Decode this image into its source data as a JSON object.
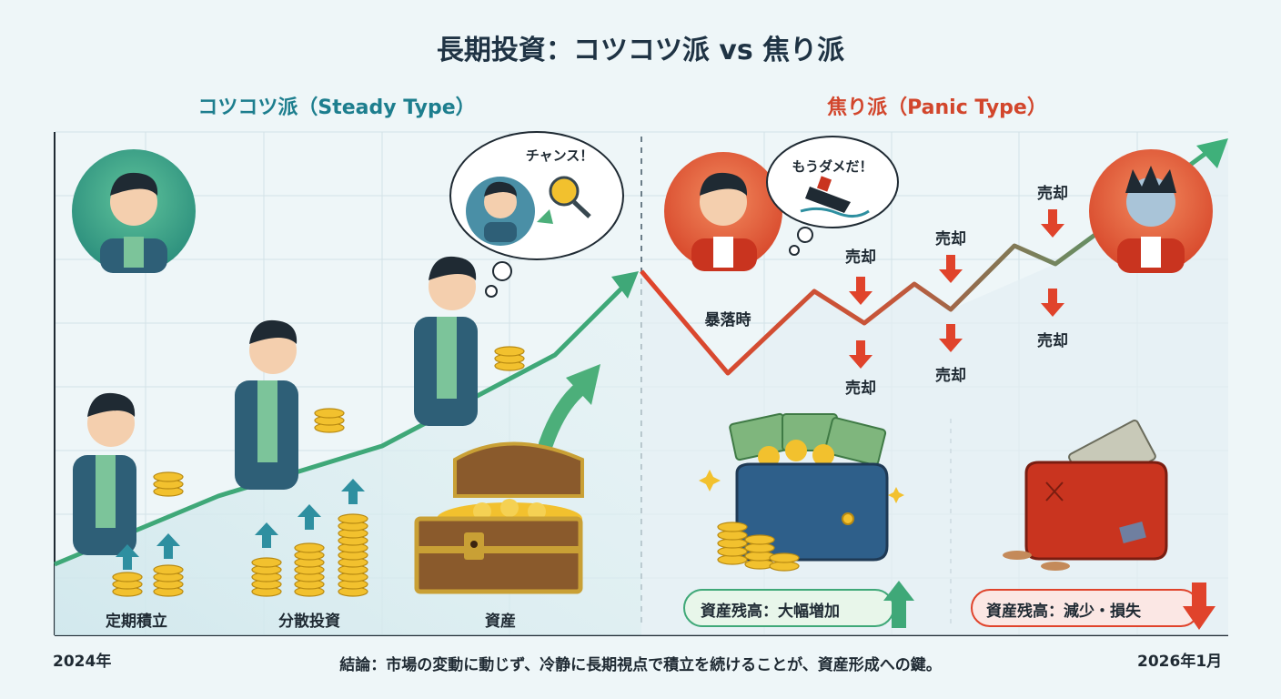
{
  "title": "長期投資：コツコツ派 vs 焦り派",
  "steady": {
    "heading": "コツコツ派（Steady Type）",
    "bubble": "チャンス！",
    "steps": [
      "定期積立",
      "分散投資",
      "資産"
    ],
    "result": "資産残高：大幅増加"
  },
  "panic": {
    "heading": "焦り派（Panic Type）",
    "bubble": "もうダメだ！",
    "crash_label": "暴落時",
    "sell_label": "売却",
    "result": "資産残高：減少・損失"
  },
  "timeline": {
    "start": "2024年",
    "end": "2026年1月"
  },
  "conclusion": "結論：市場の変動に動じず、冷静に長期視点で積立を続けることが、資産形成への鍵。",
  "colors": {
    "steady": "#1d7e8e",
    "panic": "#d2462c",
    "up_arrow": "#4caf7a",
    "down_arrow": "#e0432b",
    "coin": "#f2c12e"
  },
  "icons": [
    "investor-avatar-icon",
    "magnifier-coin-icon",
    "sinking-ship-icon",
    "treasure-chest-icon",
    "full-wallet-icon",
    "empty-wallet-icon",
    "coin-stack-icon",
    "up-arrow-icon",
    "down-arrow-icon"
  ]
}
